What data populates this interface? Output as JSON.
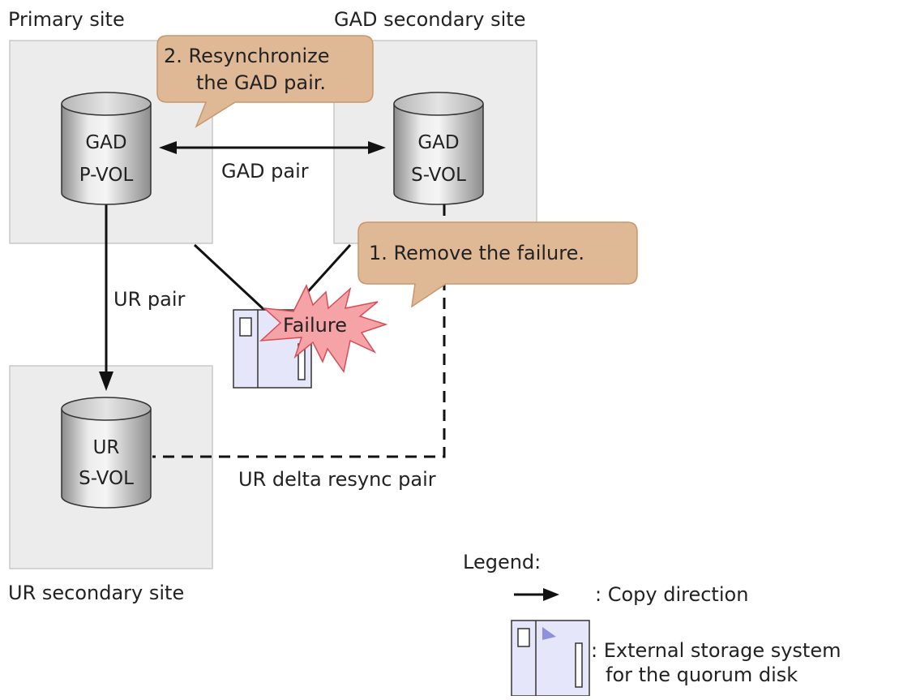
{
  "sites": {
    "primary": "Primary site",
    "gad_secondary": "GAD secondary site",
    "ur_secondary": "UR secondary site"
  },
  "volumes": {
    "gad_pvol": [
      "GAD",
      "P-VOL"
    ],
    "gad_svol": [
      "GAD",
      "S-VOL"
    ],
    "ur_svol": [
      "UR",
      "S-VOL"
    ]
  },
  "pairs": {
    "gad_pair": "GAD pair",
    "ur_pair": "UR pair",
    "ur_delta": "UR delta resync pair"
  },
  "callouts": {
    "step2": [
      "2. Resynchronize",
      "the GAD pair."
    ],
    "step1": "1. Remove the failure."
  },
  "failure_label": "Failure",
  "legend": {
    "title": "Legend:",
    "copy_direction": ": Copy direction",
    "external_storage": [
      ": External storage system",
      "for the quorum disk"
    ]
  },
  "colors": {
    "site_fill": "#ececec",
    "site_stroke": "#c8c8c8",
    "callout_fill": "#dfb896",
    "callout_stroke": "#c9966a",
    "storage_fill": "#e6e6fb",
    "failure_fill": "#f6a3a7",
    "failure_stroke": "#d84d55"
  },
  "icons": {
    "volume": "cylinder-icon",
    "storage": "external-storage-icon",
    "failure": "explosion-burst-icon",
    "arrow": "arrow-right-icon"
  }
}
